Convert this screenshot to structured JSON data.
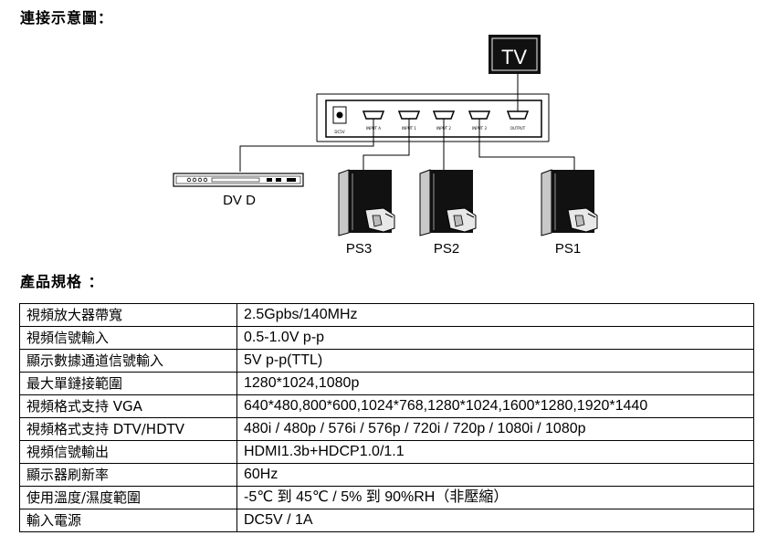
{
  "connection_heading": "連接示意圖：",
  "spec_heading": "產品規格 ：",
  "diagram": {
    "tv_label": "TV",
    "dvd_label": "DV D",
    "ps_labels": [
      "PS3",
      "PS2",
      "PS1"
    ]
  },
  "specs": [
    {
      "key": "視頻放大器帶寬",
      "value": "2.5Gpbs/140MHz"
    },
    {
      "key": "視頻信號輸入",
      "value": "0.5-1.0V p-p"
    },
    {
      "key": "顯示數據通道信號輸入",
      "value": "5V p-p(TTL)"
    },
    {
      "key": "最大單鏈接範圍",
      "value": "1280*1024,1080p"
    },
    {
      "key": "視頻格式支持 VGA",
      "value": "640*480,800*600,1024*768,1280*1024,1600*1280,1920*1440"
    },
    {
      "key": "視頻格式支持 DTV/HDTV",
      "value": "480i / 480p / 576i / 576p / 720i / 720p / 1080i / 1080p"
    },
    {
      "key": "視頻信號輸出",
      "value": "HDMI1.3b+HDCP1.0/1.1"
    },
    {
      "key": "顯示器刷新率",
      "value": "60Hz"
    },
    {
      "key": "使用溫度/濕度範圍",
      "value": "-5℃  到  45℃  / 5%  到  90%RH（非壓縮）"
    },
    {
      "key": "輸入電源",
      "value": "DC5V / 1A"
    }
  ]
}
